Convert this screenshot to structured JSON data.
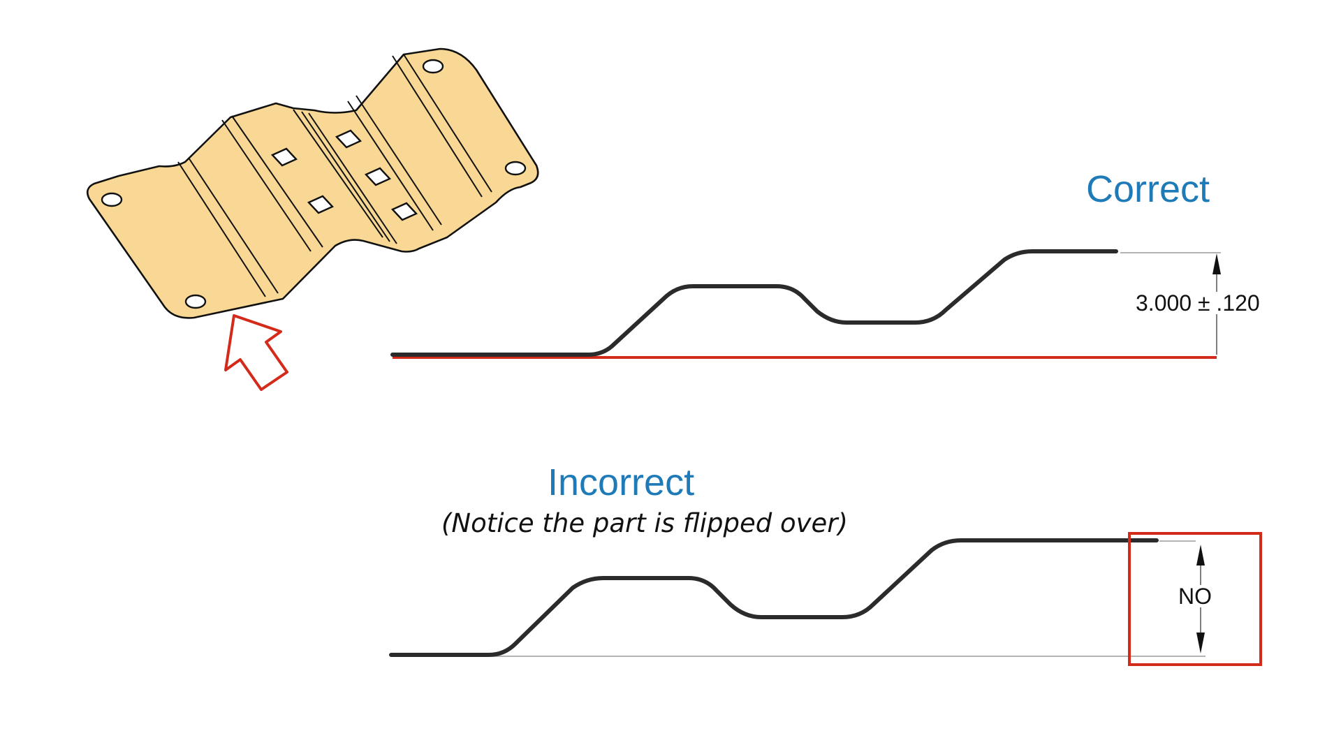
{
  "correct_view": {
    "label": "Correct",
    "dimension": "3.000 ±  .120",
    "reference_line_color": "#d42a1a"
  },
  "incorrect_view": {
    "label": "Incorrect",
    "note": "(Notice the part is flipped over)",
    "dimension": "NO",
    "highlight_box_color": "#d42a1a"
  },
  "part_3d_view": {
    "fill_color": "#f8d894",
    "pointer": "arrow-icon"
  }
}
